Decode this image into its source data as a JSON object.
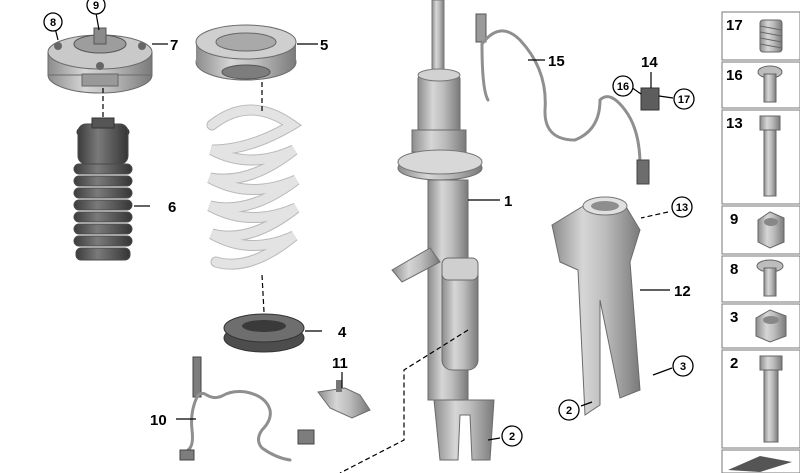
{
  "labels": {
    "c9": "9",
    "c8": "8",
    "n7": "7",
    "n5": "5",
    "n6": "6",
    "n4": "4",
    "n15": "15",
    "n14": "14",
    "c16": "16",
    "c17": "17",
    "n1": "1",
    "c13": "13",
    "n12": "12",
    "c3": "3",
    "c2a": "2",
    "c2b": "2",
    "n11": "11",
    "n10": "10"
  },
  "sidebar": [
    "17",
    "16",
    "13",
    "9",
    "8",
    "3",
    "2"
  ]
}
